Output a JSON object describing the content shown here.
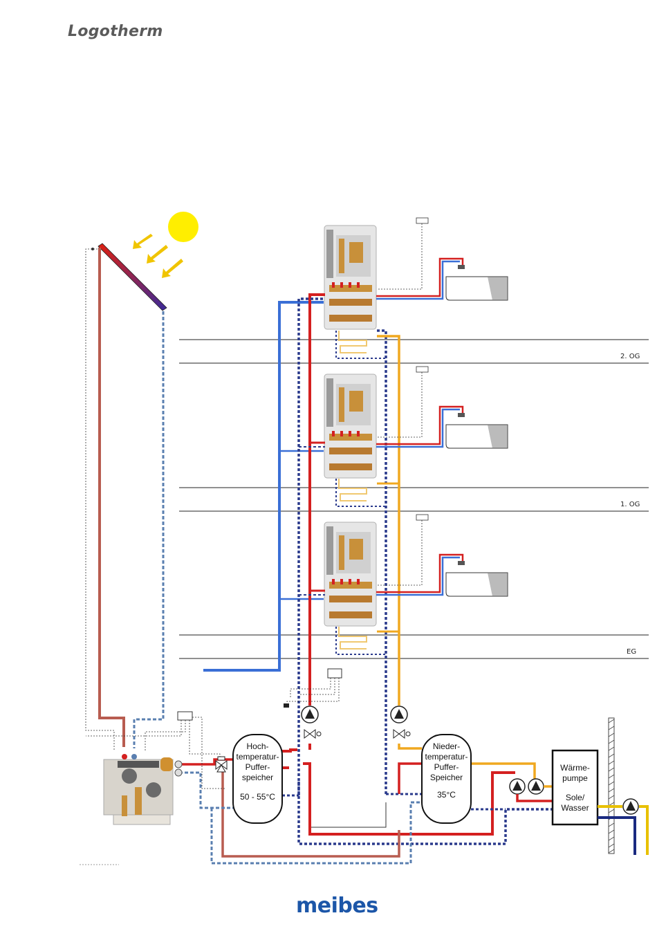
{
  "header": {
    "brand": "Logotherm"
  },
  "footer": {
    "brand": "meibes"
  },
  "floors": {
    "second": "2. OG",
    "first": "1. OG",
    "ground": "EG"
  },
  "tanks": {
    "high_temp": {
      "name": "Hoch-\ntemperatur-\nPuffer-\nspeicher",
      "temperature": "50 - 55°C"
    },
    "low_temp": {
      "name": "Nieder-\ntemperatur-\nPuffer-\nSpeicher",
      "temperature": "35°C"
    }
  },
  "heat_pump": {
    "name": "Wärme-\npumpe",
    "type": "Sole/\nWasser"
  },
  "colors": {
    "hot_flow": "#d42020",
    "solar_flow": "#b85c50",
    "return_dashed": "#2a3a8c",
    "solar_return": "#5a7fb0",
    "cold_water": "#3a6fd6",
    "low_temp_flow": "#f0a820",
    "ground_source": "#e8c000",
    "ground_return": "#1a2a80",
    "sun": "#ffee00",
    "arrows": "#f0c400"
  }
}
